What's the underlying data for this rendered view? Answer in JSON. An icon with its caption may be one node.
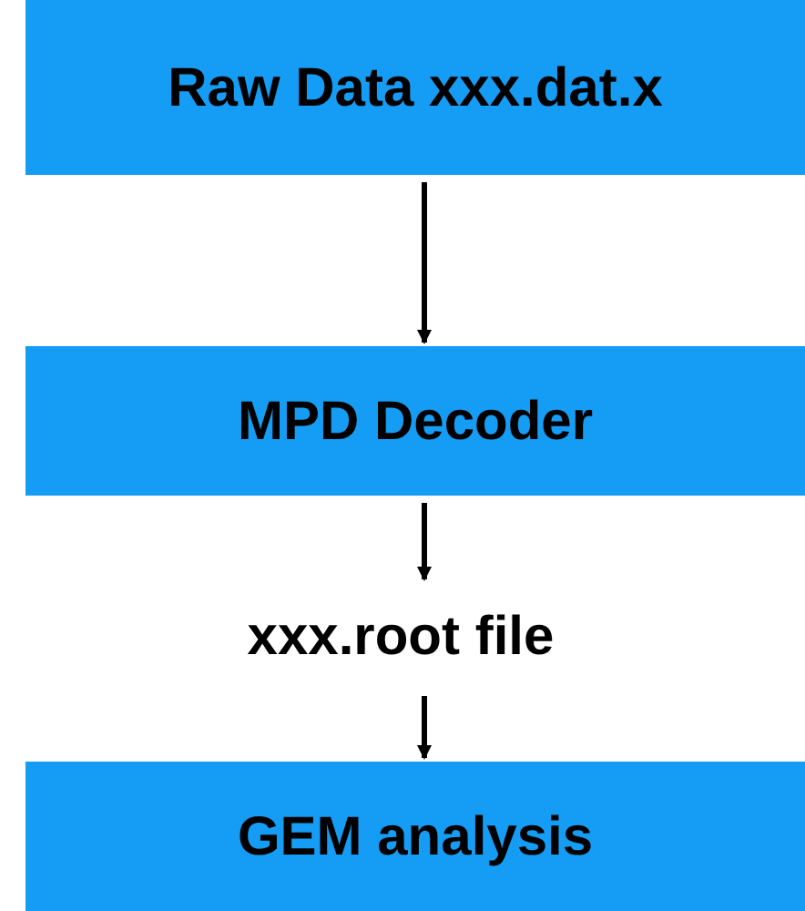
{
  "diagram": {
    "nodes": [
      {
        "text": [
          "Raw Data xxx.dat.x"
        ]
      },
      {
        "text": [
          "MPD Decoder"
        ]
      },
      {
        "text": [
          "xxx.root file"
        ]
      },
      {
        "text": [
          "GEM analysis"
        ]
      }
    ],
    "edges": [
      {
        "from": 0,
        "to": 1,
        "arrow": "to"
      },
      {
        "from": 1,
        "to": 2,
        "arrow": "to"
      },
      {
        "from": 2,
        "to": 3,
        "arrow": "to"
      }
    ]
  }
}
